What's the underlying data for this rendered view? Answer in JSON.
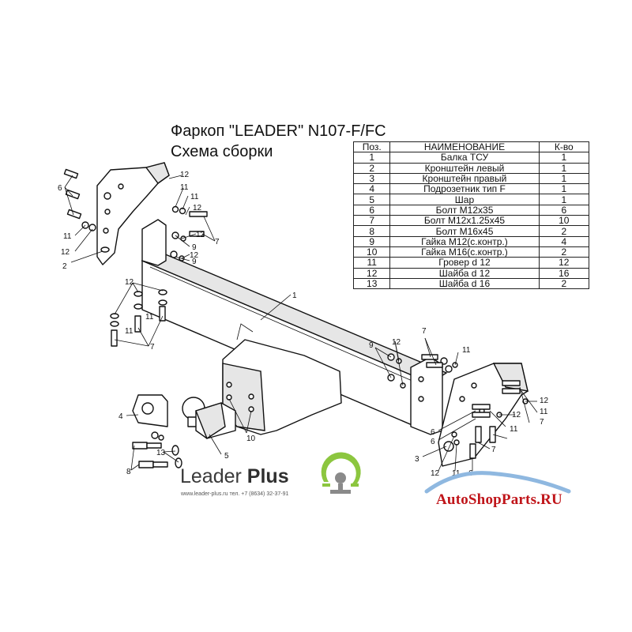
{
  "title": "Фаркоп \"LEADER\" N107-F/FC",
  "subtitle": "Схема сборки",
  "table": {
    "headers": [
      "Поз.",
      "НАИМЕНОВАНИЕ",
      "К-во"
    ],
    "rows": [
      [
        "1",
        "Балка ТСУ",
        "1"
      ],
      [
        "2",
        "Кронштейн левый",
        "1"
      ],
      [
        "3",
        "Кронштейн правый",
        "1"
      ],
      [
        "4",
        "Подрозетник тип F",
        "1"
      ],
      [
        "5",
        "Шар",
        "1"
      ],
      [
        "6",
        "Болт М12х35",
        "6"
      ],
      [
        "7",
        "Болт М12х1.25х45",
        "10"
      ],
      [
        "8",
        "Болт М16х45",
        "2"
      ],
      [
        "9",
        "Гайка М12(с.контр.)",
        "4"
      ],
      [
        "10",
        "Гайка  М16(с.контр.)",
        "2"
      ],
      [
        "11",
        "Гровер d 12",
        "12"
      ],
      [
        "12",
        "Шайба d 12",
        "16"
      ],
      [
        "13",
        "Шайба d 16",
        "2"
      ]
    ]
  },
  "callouts": {
    "c1": "1",
    "c2": "2",
    "c3": "3",
    "c4": "4",
    "c5": "5",
    "c6": "6",
    "c7": "7",
    "c8": "8",
    "c9": "9",
    "c10": "10",
    "c11": "11",
    "c12": "12",
    "c13": "13"
  },
  "brand": {
    "name_light": "Leader ",
    "name_bold": "Plus",
    "contact": "www.leader-plus.ru    тел. +7 (8634) 32-37-91",
    "colors": {
      "logo_green": "#8cc63f",
      "logo_gray": "#8a8a8a"
    }
  },
  "watermark": {
    "text": "AutoShopParts.RU",
    "colors": {
      "text": "#c0151a",
      "car": "#8fb8e0"
    }
  }
}
